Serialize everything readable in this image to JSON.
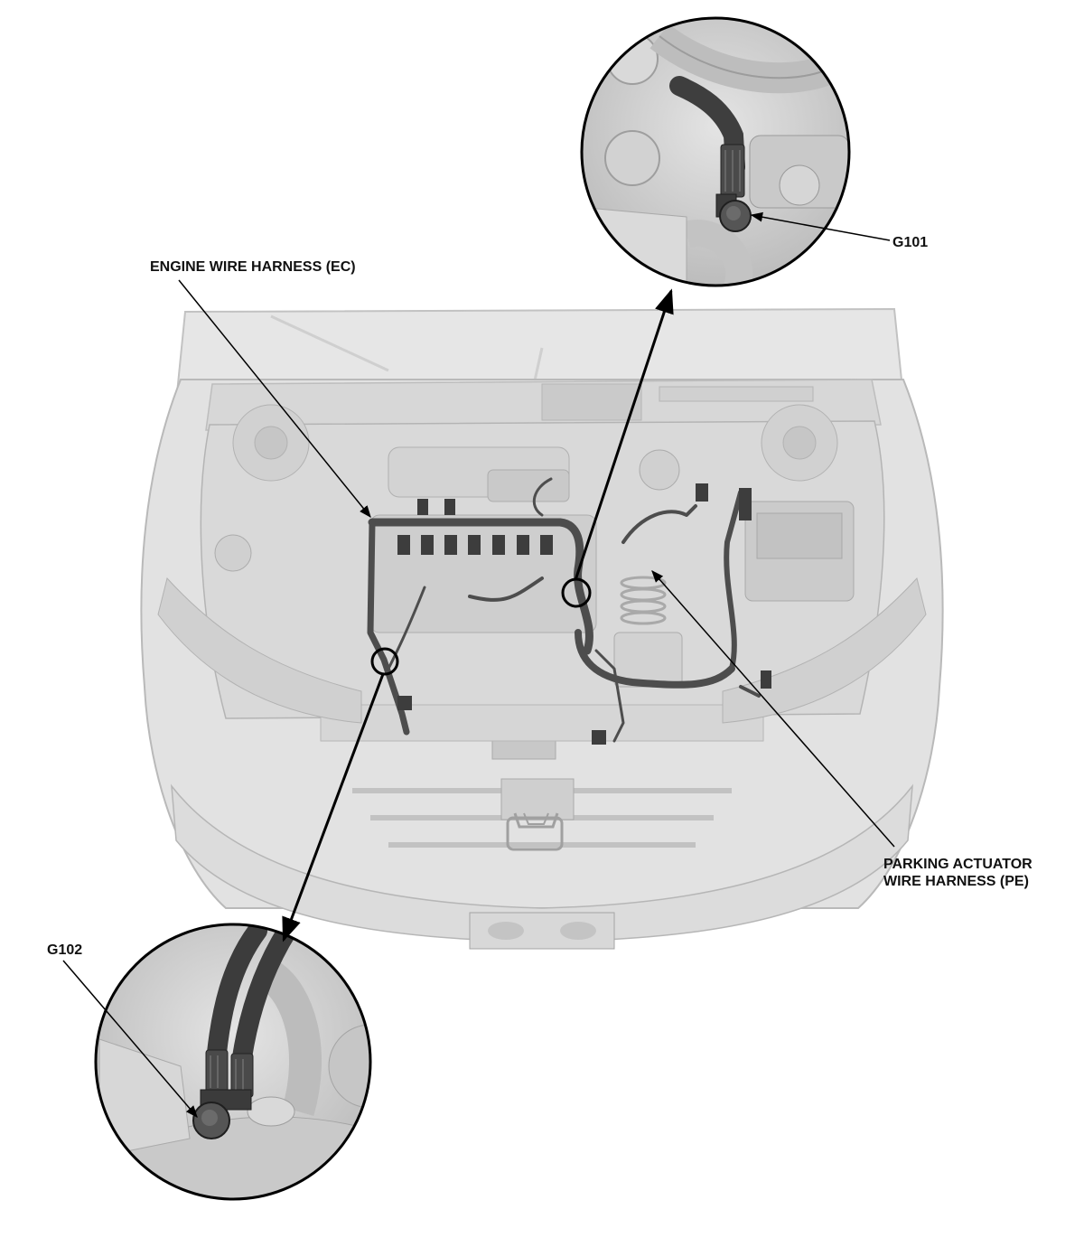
{
  "labels": {
    "engine_wire_harness": "ENGINE WIRE HARNESS (EC)",
    "g101": "G101",
    "parking_actuator_line1": "PARKING ACTUATOR",
    "parking_actuator_line2": "WIRE HARNESS (PE)",
    "g102": "G102"
  },
  "colors": {
    "vehicle_fill": "#e2e2e2",
    "vehicle_line": "#b9b9b9",
    "harness": "#4d4d4d",
    "zoom_background": "#d4d4d4",
    "leader_line": "#000000"
  },
  "icons": {
    "ground_terminal": "ground-bolt-icon",
    "vehicle": "honda-emblem-icon"
  }
}
